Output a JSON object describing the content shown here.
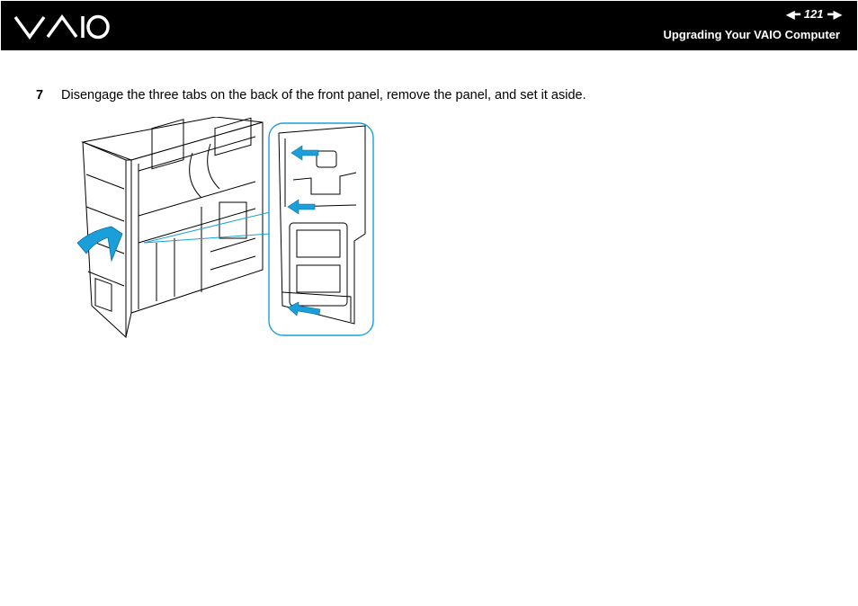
{
  "header": {
    "logo_text": "VAIO",
    "page_number": "121",
    "prev_icon": "left-triangle-arrow",
    "next_icon": "right-triangle-arrow",
    "section_title": "Upgrading Your VAIO Computer"
  },
  "content": {
    "step_number": "7",
    "step_text": "Disengage the three tabs on the back of the front panel, remove the panel, and set it aside."
  },
  "figure": {
    "accent_color": "#1a9fd8",
    "line_color": "#000000"
  }
}
